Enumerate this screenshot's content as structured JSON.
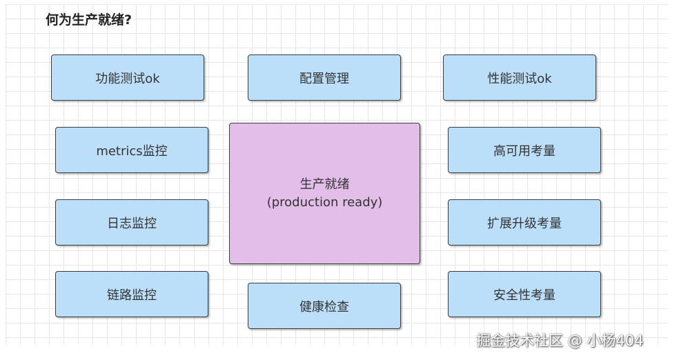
{
  "diagram": {
    "title": "何为生产就绪?",
    "center": {
      "line1": "生产就绪",
      "line2": "(production ready)"
    },
    "items": {
      "functional_test": "功能测试ok",
      "config_management": "配置管理",
      "performance_test": "性能测试ok",
      "metrics_monitoring": "metrics监控",
      "high_availability": "高可用考量",
      "log_monitoring": "日志监控",
      "scalability": "扩展升级考量",
      "trace_monitoring": "链路监控",
      "health_check": "健康检查",
      "security": "安全性考量"
    },
    "colors": {
      "box_fill": "#bcdff9",
      "center_fill": "#e3bee8",
      "border": "#3a3a3a"
    }
  },
  "watermark": "掘金技术社区 @ 小杨404"
}
